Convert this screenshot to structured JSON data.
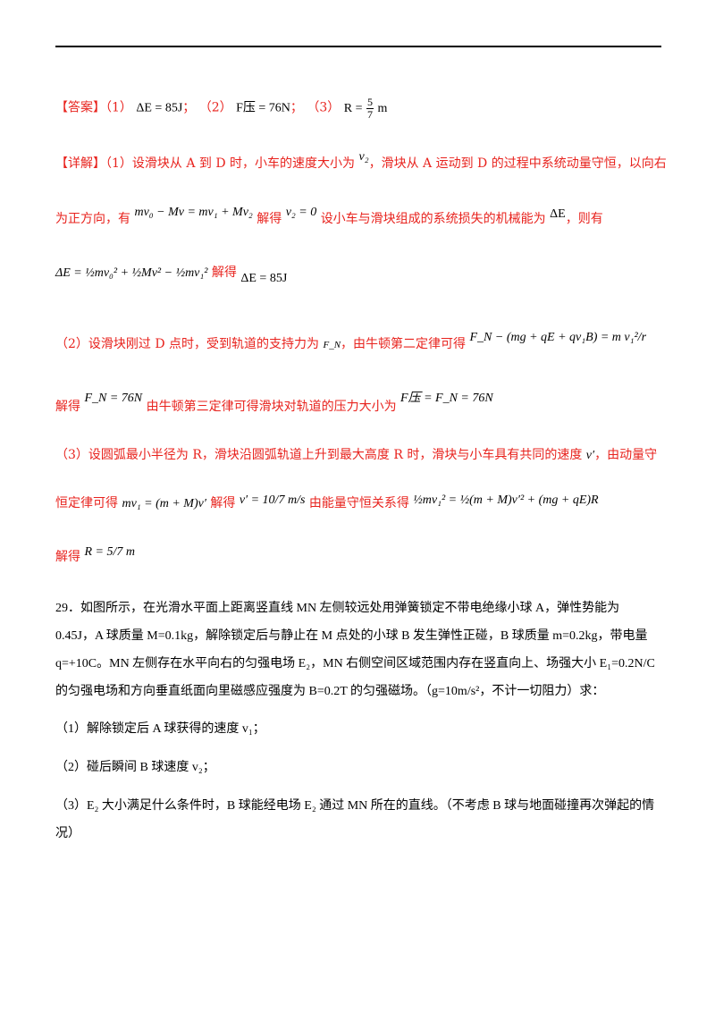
{
  "answer": {
    "label": "【答案】",
    "p1": "（1）",
    "eq1": "ΔE = 85J",
    "sep1": "；",
    "p2": "（2）",
    "eq2": "F压 = 76N",
    "sep2": "；",
    "p3": "（3）",
    "eq3_lhs": "R =",
    "eq3_num": "5",
    "eq3_den": "7",
    "eq3_unit": "m"
  },
  "detail": {
    "label": "【详解】",
    "s1_a": "（1）设滑块从 A 到 D 时，小车的速度大小为",
    "s1_v2": "v₂",
    "s1_b": "，滑块从 A 运动到 D 的过程中系统动量守恒，以向右",
    "s1_c": "为正方向，有",
    "s1_eq": "mv₀ − Mv = mv₁ + Mv₂",
    "s1_d": "解得",
    "s1_res": "v₂ = 0",
    "s1_e": "设小车与滑块组成的系统损失的机械能为",
    "s1_dE": "ΔE",
    "s1_f": "，则有",
    "s1_eq2": "ΔE = ½mv₀² + ½Mv² − ½mv₁²",
    "s1_g": "解得",
    "s1_res2": "ΔE = 85J",
    "s2_a": "（2）设滑块刚过 D 点时，受到轨道的支持力为",
    "s2_fn": "F_N",
    "s2_b": "，由牛顿第二定律可得",
    "s2_eq": "F_N − (mg + qE + qv₁B) = m v₁²/r",
    "s2_c": "解得",
    "s2_res": "F_N = 76N",
    "s2_d": "由牛顿第三定律可得滑块对轨道的压力大小为",
    "s2_res2": "F压 = F_N = 76N",
    "s3_a": "（3）设圆弧最小半径为 R，滑块沿圆弧轨道上升到最大高度 R 时，滑块与小车具有共同的速度",
    "s3_vp": "v′",
    "s3_b": "，由动量守",
    "s3_c": "恒定律可得",
    "s3_eq": "mv₁ = (m + M)v′",
    "s3_d": "解得",
    "s3_res": "v′ = 10/7 m/s",
    "s3_e": "由能量守恒关系得",
    "s3_eq2": "½mv₁² = ½(m + M)v′² + (mg + qE)R",
    "s3_f": "解得",
    "s3_res2": "R = 5/7 m"
  },
  "question": {
    "line1": "29．如图所示，在光滑水平面上距离竖直线 MN 左侧较远处用弹簧锁定不带电绝缘小球 A，弹性势能为",
    "line2": "0.45J，A 球质量 M=0.1kg，解除锁定后与静止在 M 点处的小球 B 发生弹性正碰，B 球质量 m=0.2kg，带电量",
    "line3": "q=+10C。MN 左侧存在水平向右的匀强电场 E₂，MN 右侧空间区域范围内存在竖直向上、场强大小 E₁=0.2N/C",
    "line4": "的匀强电场和方向垂直纸面向里磁感应强度为 B=0.2T 的匀强磁场。（g=10m/s²，不计一切阻力）求：",
    "sub1": "（1）解除锁定后 A 球获得的速度 v₁；",
    "sub2": "（2）碰后瞬间 B 球速度 v₂；",
    "sub3a": "（3）E₂ 大小满足什么条件时，B 球能经电场 E₂ 通过 MN 所在的直线。（不考虑 B 球与地面碰撞再次弹起的情",
    "sub3b": "况）"
  }
}
